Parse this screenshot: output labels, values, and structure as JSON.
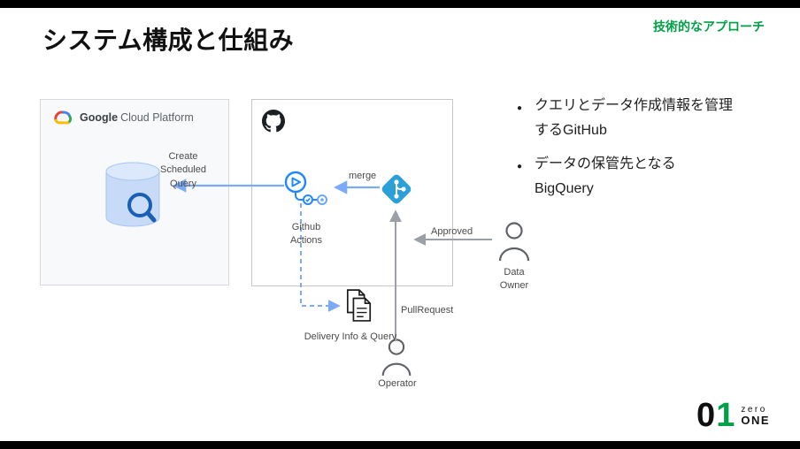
{
  "header": {
    "title": "システム構成と仕組み",
    "tag": "技術的なアプローチ"
  },
  "gcp": {
    "brand_bold": "Google",
    "brand_rest": "Cloud Platform"
  },
  "labels": {
    "create_scheduled_query": "Create\nScheduled\nQuery",
    "merge": "merge",
    "github_actions": "Github\nActions",
    "approved": "Approved",
    "data_owner": "Data\nOwner",
    "pull_request": "PullRequest",
    "delivery_info": "Delivery Info & Query",
    "operator": "Operator"
  },
  "bullets": [
    "クエリとデータ作成情報を管理\nするGitHub",
    "データの保管先となる\nBigQuery"
  ],
  "logo": {
    "digit_zero": "0",
    "digit_one": "1",
    "zero_text": "zero",
    "one_text": "ONE"
  },
  "colors": {
    "accent_green": "#00A046",
    "arrow_blue": "#7BAAF7",
    "arrow_gray": "#9AA0A6",
    "git_blue": "#2B9FD7",
    "actions_blue": "#2088FF"
  }
}
